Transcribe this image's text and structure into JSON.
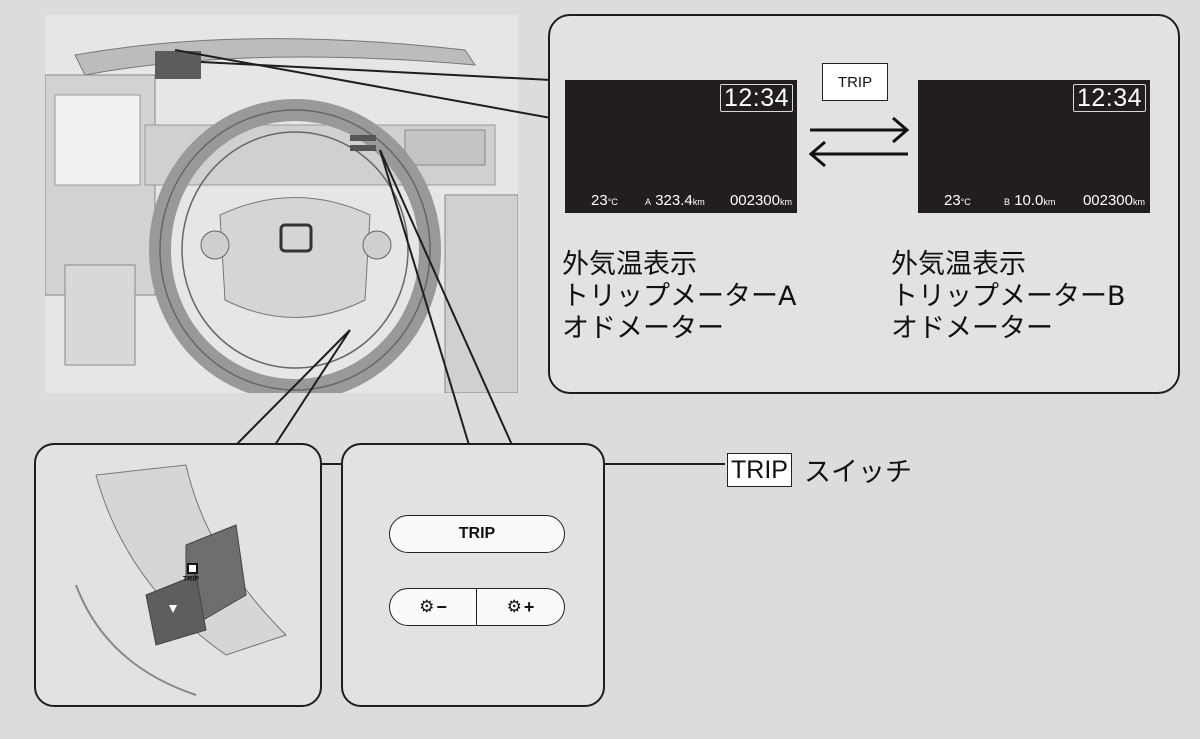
{
  "screen_a": {
    "clock": "12:34",
    "temp": "23",
    "temp_unit": "°C",
    "trip_letter": "A",
    "trip_value": "323.4",
    "trip_unit": "km",
    "odo_value": "002300",
    "odo_unit": "km"
  },
  "screen_b": {
    "clock": "12:34",
    "temp": "23",
    "temp_unit": "°C",
    "trip_letter": "B",
    "trip_value": "10.0",
    "trip_unit": "km",
    "odo_value": "002300",
    "odo_unit": "km"
  },
  "trip_tag": "TRIP",
  "desc_a": [
    "外気温表示",
    "トリップメーターA",
    "オドメーター"
  ],
  "desc_b": [
    "外気温表示",
    "トリップメーターB",
    "オドメーター"
  ],
  "controls": {
    "trip_button": "TRIP",
    "minus_symbol": "−",
    "plus_symbol": "+",
    "mini_trip": "TRIP"
  },
  "switch_label": {
    "key": "TRIP",
    "text": "スイッチ"
  },
  "colors": {
    "screen_bg": "#231e1e",
    "panel_bg": "#e2e2e2",
    "page_bg": "#dcdcdc"
  }
}
